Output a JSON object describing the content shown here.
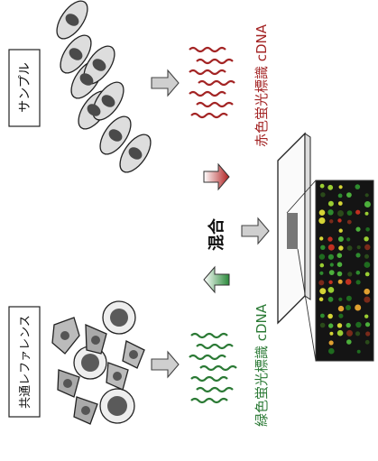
{
  "labels": {
    "sample": "サンプル",
    "reference": "共通レファレンス",
    "mix": "混合",
    "red_cdna": "赤色蛍光標識 cDNA",
    "green_cdna": "緑色蛍光標識 cDNA"
  },
  "colors": {
    "red": "#a32424",
    "green": "#2b7a35",
    "cell_fill": "#d8d8d8",
    "nucleus": "#4a4a4a",
    "arrow_fill": "#cfcfcf",
    "array_bg": "#141414"
  }
}
